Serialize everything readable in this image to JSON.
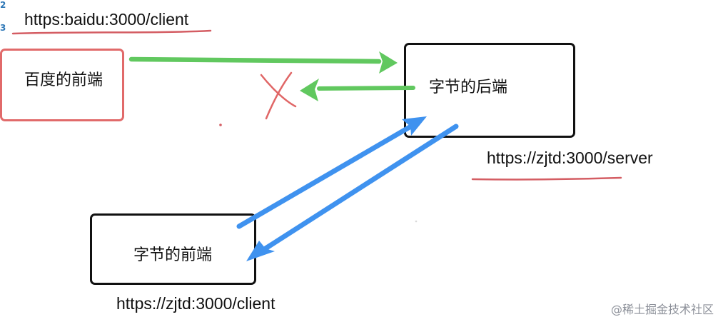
{
  "line_numbers": [
    "2",
    "3"
  ],
  "top_url": "https:baidu:3000/client",
  "baidu_frontend_label": "百度的前端",
  "bytedance_backend_label": "字节的后端",
  "server_url": "https://zjtd:3000/server",
  "bytedance_frontend_label": "字节的前端",
  "client_url": "https://zjtd:3000/client",
  "watermark": "@稀土掘金技术社区",
  "colors": {
    "green_arrow": "#61c85f",
    "blue_arrow": "#3f92ef",
    "red_mark": "#e06666",
    "box_border_red": "#e16a6a",
    "box_border_black": "#111111"
  }
}
